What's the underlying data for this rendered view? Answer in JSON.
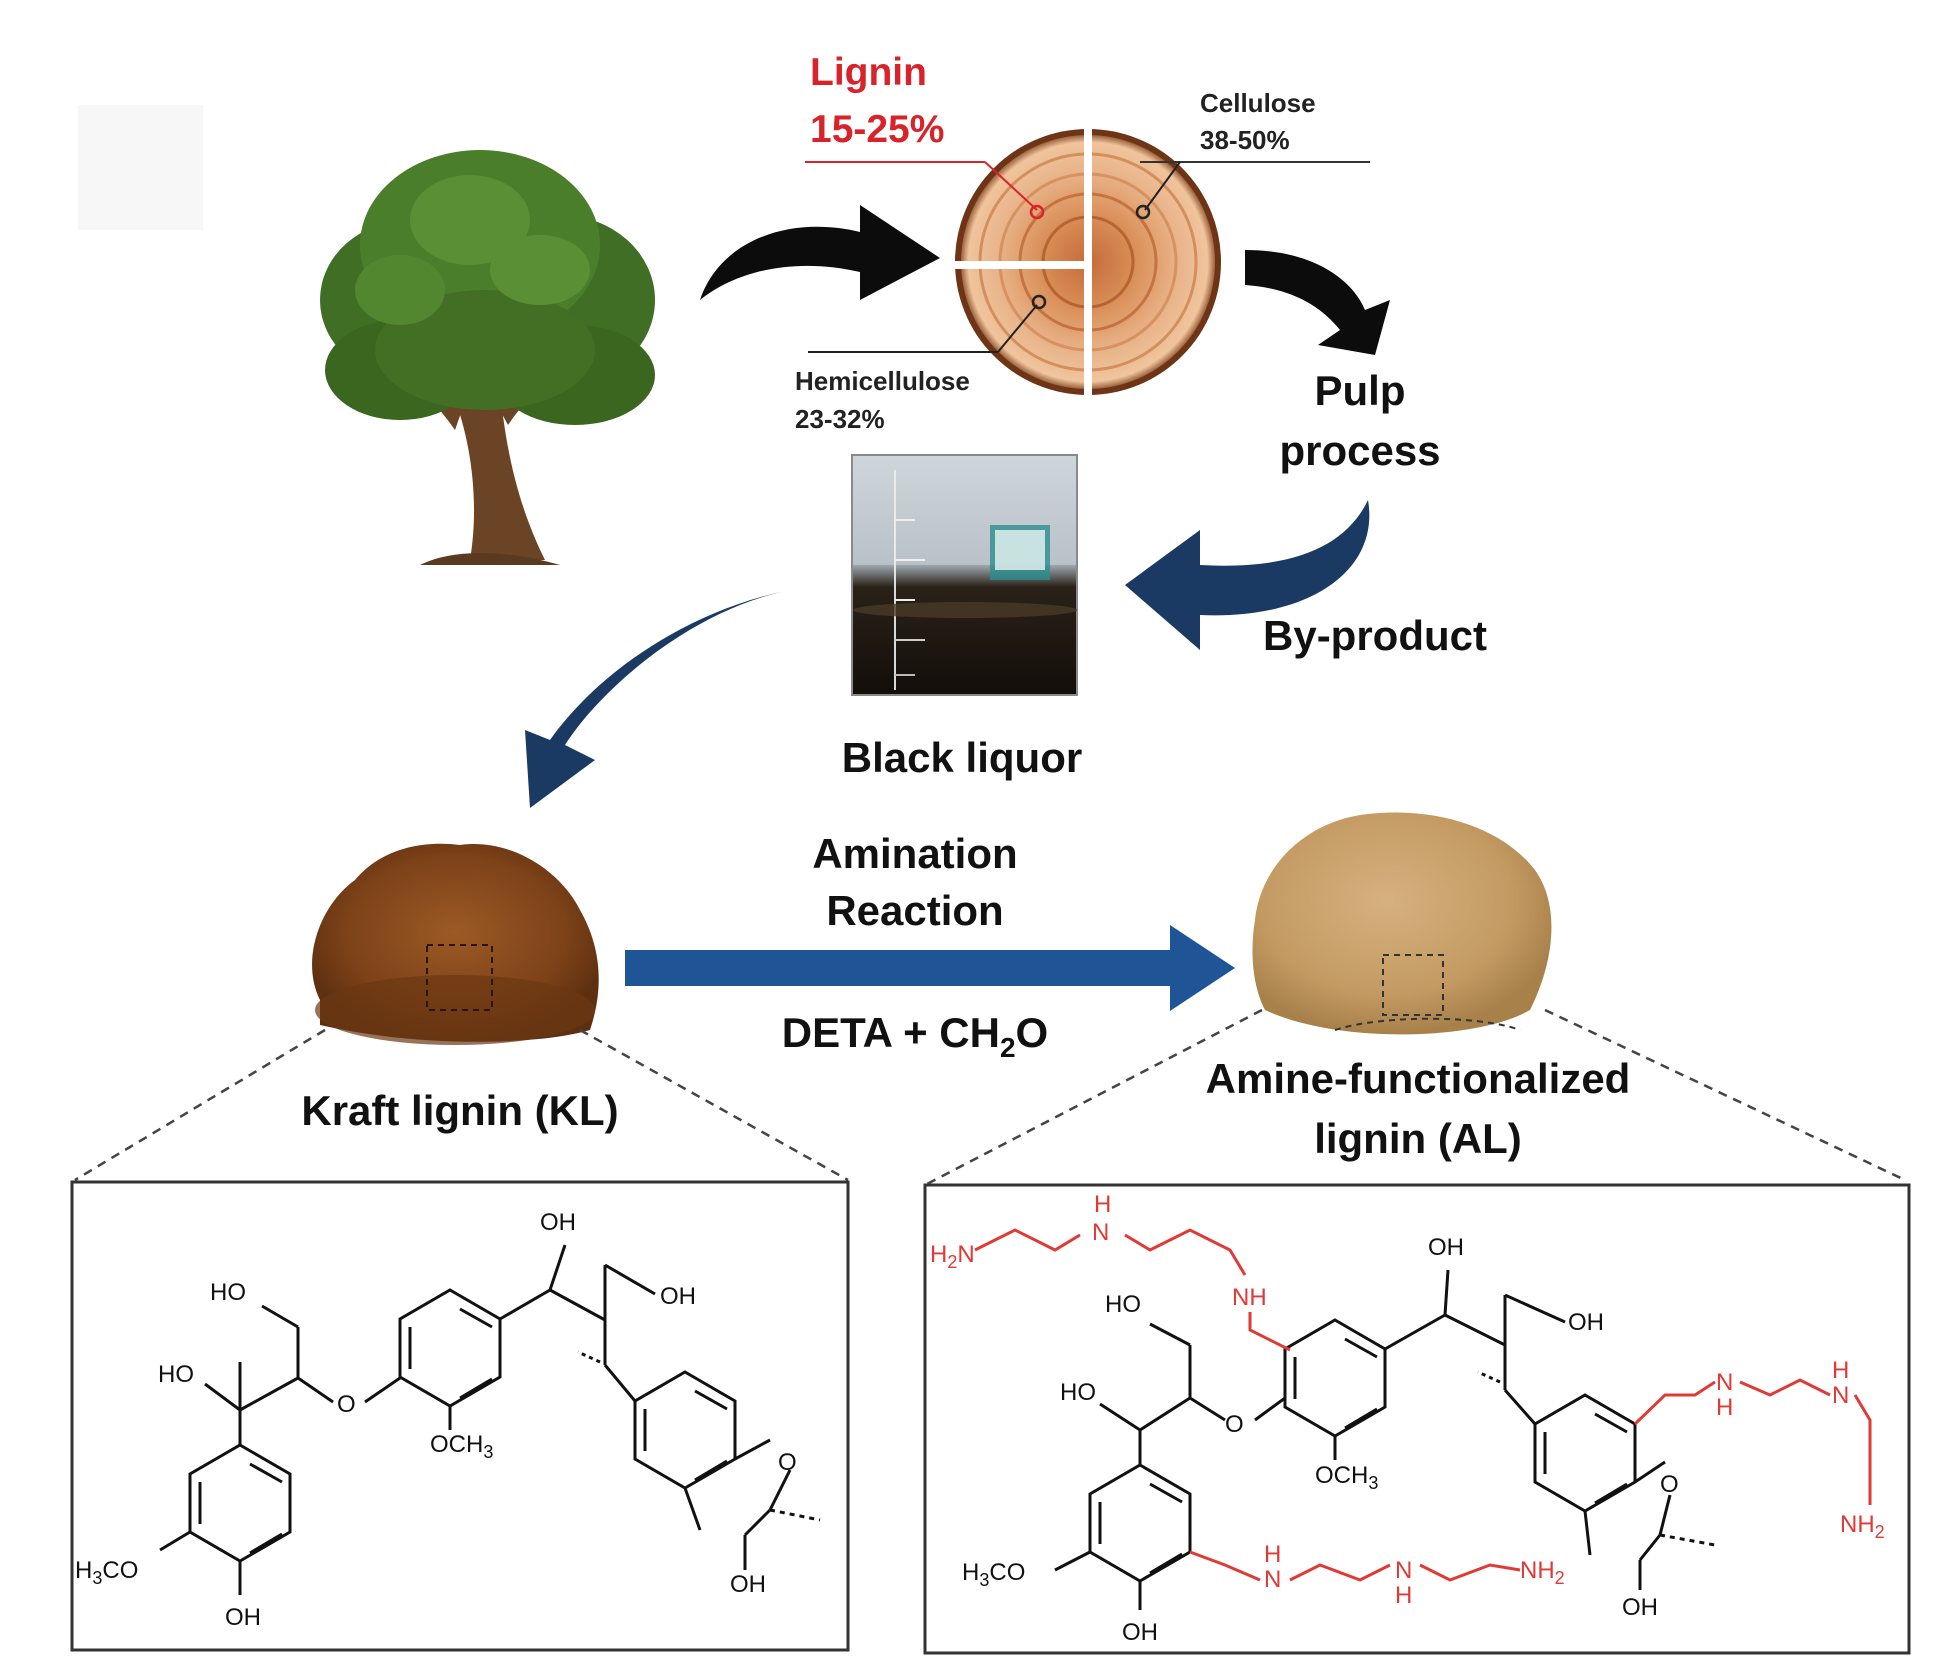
{
  "wood_composition": {
    "lignin": {
      "name": "Lignin",
      "range": "15-25%"
    },
    "cellulose": {
      "name": "Cellulose",
      "range": "38-50%"
    },
    "hemicellulose": {
      "name": "Hemicellulose",
      "range": "23-32%"
    }
  },
  "process": {
    "pulp_line1": "Pulp",
    "pulp_line2": "process",
    "byproduct": "By-product",
    "black_liquor": "Black liquor",
    "amination_line1": "Amination",
    "amination_line2": "Reaction",
    "reagents": "DETA + CH",
    "reagents_sub": "2",
    "reagents_tail": "O"
  },
  "products": {
    "kraft": "Kraft lignin (KL)",
    "amine_line1": "Amine-functionalized",
    "amine_line2": "lignin (AL)"
  },
  "structure_labels": {
    "oh": "OH",
    "ho": "HO",
    "o": "O",
    "och3": "OCH",
    "three": "3",
    "h3co_h": "H",
    "h3co_co": "CO",
    "nh2": "NH",
    "two": "2",
    "h2n_h": "H",
    "h2n_n": "N",
    "nh": "NH",
    "h": "H",
    "n": "N"
  },
  "colors": {
    "lignin_red": "#d8232a",
    "amine_red": "#e03a35",
    "arrow_black": "#0c0c0c",
    "arrow_navy": "#1b3a63",
    "arrow_blue": "#1f5597",
    "kraft_powder": "#8a4a1c",
    "amine_powder": "#c9a06b",
    "wood_light": "#e8b58a",
    "wood_dark": "#c0703e"
  }
}
